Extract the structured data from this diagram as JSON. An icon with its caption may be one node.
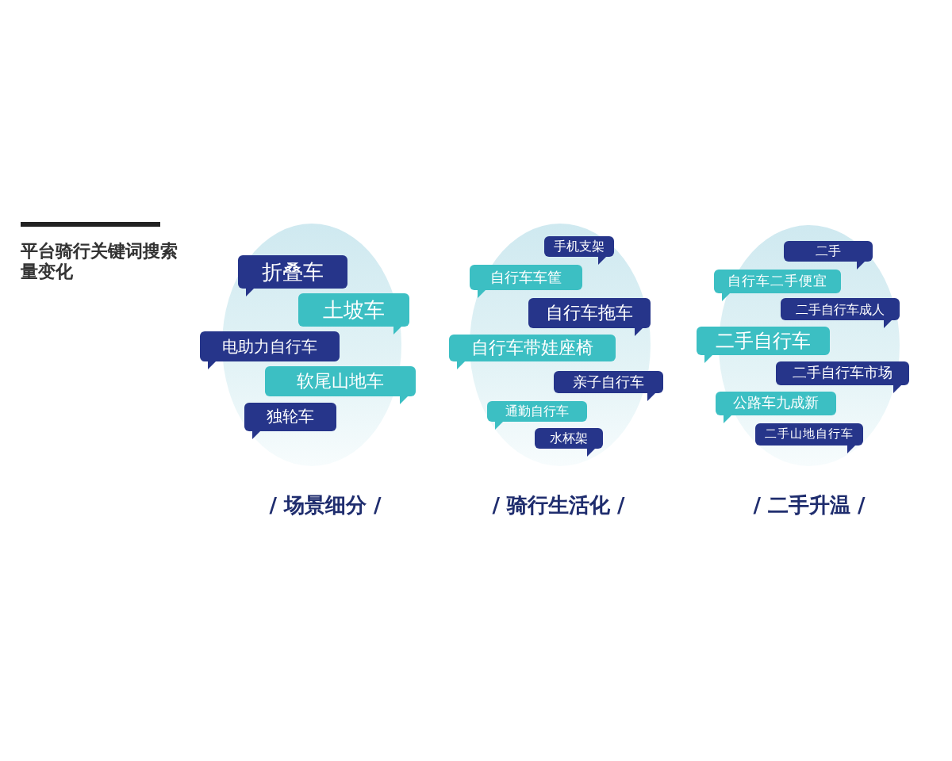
{
  "diagram": {
    "title": "平台骑行关键词搜索量变化",
    "nodes": [
      {
        "text": [
          "/ 场景细分 /"
        ]
      },
      {
        "text": [
          "折叠车"
        ],
        "in": 0
      },
      {
        "text": [
          "土坡车"
        ],
        "in": 0
      },
      {
        "text": [
          "电助力自行车"
        ],
        "in": 0
      },
      {
        "text": [
          "软尾山地车"
        ],
        "in": 0
      },
      {
        "text": [
          "独轮车"
        ],
        "in": 0
      },
      {
        "text": [
          "/ 骑行生活化 /"
        ]
      },
      {
        "text": [
          "手机支架"
        ],
        "in": 6
      },
      {
        "text": [
          "自行车车筐"
        ],
        "in": 6
      },
      {
        "text": [
          "自行车拖车"
        ],
        "in": 6
      },
      {
        "text": [
          "自行车带娃座椅"
        ],
        "in": 6
      },
      {
        "text": [
          "亲子自行车"
        ],
        "in": 6
      },
      {
        "text": [
          "通勤自行车"
        ],
        "in": 6
      },
      {
        "text": [
          "水杯架"
        ],
        "in": 6
      },
      {
        "text": [
          "/ 二手升温 /"
        ]
      },
      {
        "text": [
          "二手"
        ],
        "in": 14
      },
      {
        "text": [
          "自行车二手便宜"
        ],
        "in": 14
      },
      {
        "text": [
          "二手自行车成人"
        ],
        "in": 14
      },
      {
        "text": [
          "二手自行车"
        ],
        "in": 14
      },
      {
        "text": [
          "二手自行车市场"
        ],
        "in": 14
      },
      {
        "text": [
          "公路车九成新"
        ],
        "in": 14
      },
      {
        "text": [
          "二手山地自行车"
        ],
        "in": 14
      }
    ]
  }
}
